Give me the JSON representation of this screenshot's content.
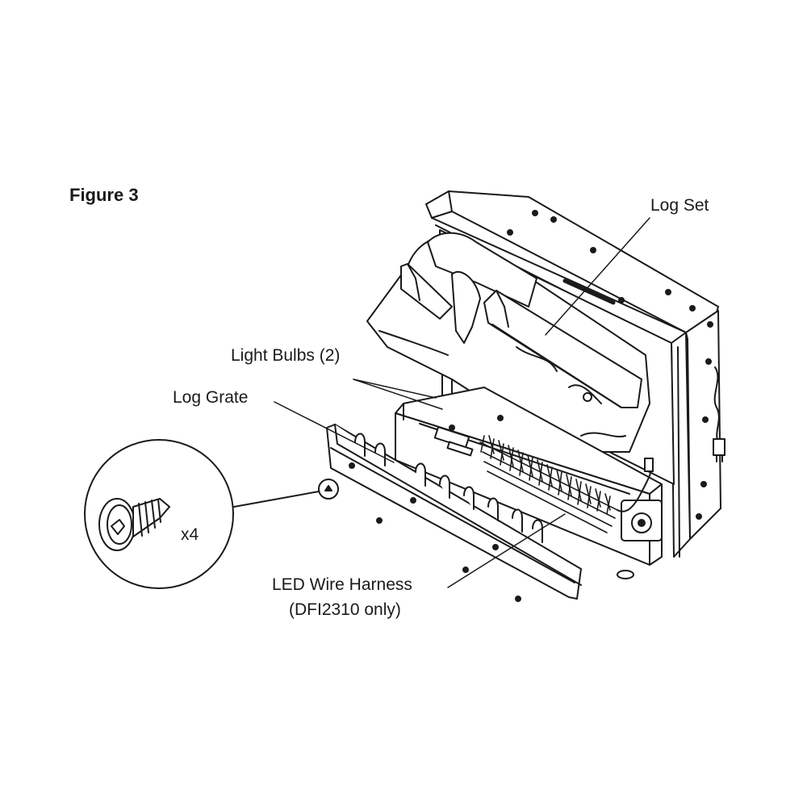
{
  "figure": {
    "title": "Figure 3"
  },
  "callouts": {
    "log_set": "Log Set",
    "light_bulbs": "Light Bulbs (2)",
    "log_grate": "Log Grate",
    "led_harness_line1": "LED Wire Harness",
    "led_harness_line2": "(DFI2310 only)"
  },
  "detail": {
    "quantity": "x4",
    "part": "screw-icon"
  },
  "colors": {
    "ink": "#1a1a1a",
    "background": "#ffffff"
  }
}
